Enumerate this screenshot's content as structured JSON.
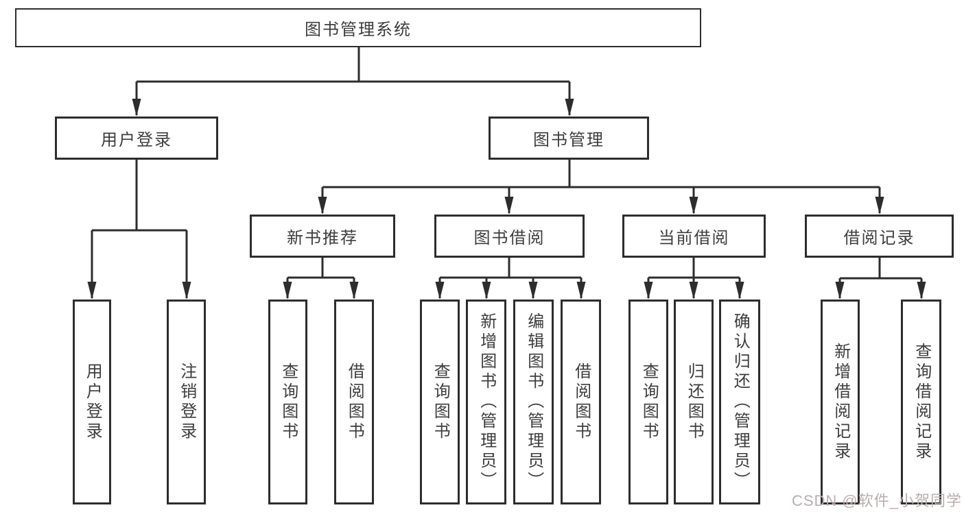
{
  "diagram": {
    "type": "tree",
    "watermark": "CSDN @软件_小贺同学",
    "colors": {
      "line": "#2d2d2d",
      "box_border": "#2d2d2d",
      "text": "#3d3d3d",
      "watermark": "#b9aeae",
      "background": "#ffffff"
    },
    "nodes": {
      "root": "图书管理系统",
      "user_login": {
        "label": "用户登录",
        "leaves": [
          "用户登录",
          "注销登录"
        ]
      },
      "book_mgmt": {
        "label": "图书管理",
        "children": {
          "new_book_rec": {
            "label": "新书推荐",
            "leaves": [
              "查询图书",
              "借阅图书"
            ]
          },
          "book_borrow": {
            "label": "图书借阅",
            "leaves": [
              "查询图书",
              "新增图书（管理员）",
              "编辑图书（管理员）",
              "借阅图书"
            ]
          },
          "current_borrow": {
            "label": "当前借阅",
            "leaves": [
              "查询图书",
              "归还图书",
              "确认归还（管理员）"
            ]
          },
          "borrow_records": {
            "label": "借阅记录",
            "leaves": [
              "新增借阅记录",
              "查询借阅记录"
            ]
          }
        }
      }
    }
  }
}
